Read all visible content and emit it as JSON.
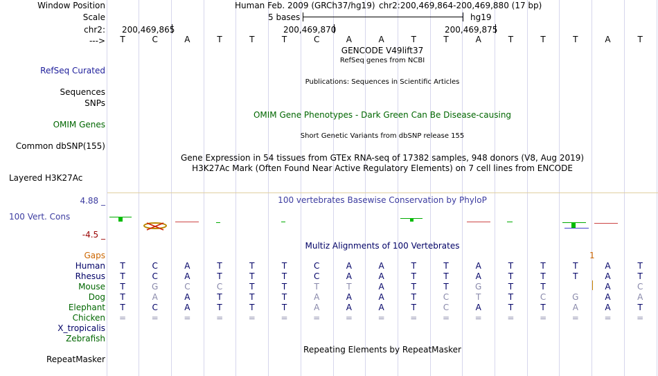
{
  "labels": {
    "window_position": "Window Position",
    "scale": "Scale",
    "chrom": "chr2:",
    "strand": "--->",
    "refseq": "RefSeq Curated",
    "sequences": "Sequences",
    "snps": "SNPs",
    "omim": "OMIM Genes",
    "common_dbsnp": "Common dbSNP(155)",
    "h3k27ac": "Layered H3K27Ac",
    "y_max": "4.88 _",
    "cons": "100 Vert. Cons",
    "y_min": "-4.5 _",
    "gaps": "Gaps",
    "repeatmasker": "RepeatMasker"
  },
  "header": {
    "assembly": "Human Feb. 2009 (GRCh37/hg19)",
    "position": "chr2:200,469,864-200,469,880 (17 bp)",
    "scale_text": "5 bases",
    "scale_db": "hg19",
    "coord1": "200,469,865",
    "coord2": "200,469,870",
    "coord3": "200,469,875"
  },
  "sequence": [
    "T",
    "C",
    "A",
    "T",
    "T",
    "T",
    "C",
    "A",
    "A",
    "T",
    "T",
    "A",
    "T",
    "T",
    "T",
    "A",
    "T"
  ],
  "tracks": {
    "gencode": "GENCODE V49lift37",
    "refseq_desc": "RefSeq genes from NCBI",
    "publications": "Publications: Sequences in Scientific Articles",
    "omim_desc": "OMIM Gene Phenotypes - Dark Green Can Be Disease-causing",
    "dbsnp_desc": "Short Genetic Variants from dbSNP release 155",
    "gtex_desc": "Gene Expression in 54 tissues from GTEx RNA-seq of 17382 samples, 948 donors (V8, Aug 2019)",
    "h3k27ac_desc": "H3K27Ac Mark (Often Found Near Active Regulatory Elements) on 7 cell lines from ENCODE",
    "phylop_desc": "100 vertebrates Basewise Conservation by PhyloP",
    "multiz_desc": "Multiz Alignments of 100 Vertebrates",
    "repeat_desc": "Repeating Elements by RepeatMasker",
    "gap_mark": "1"
  },
  "species": [
    {
      "name": "Human",
      "color": "#000066",
      "bases": [
        "T",
        "C",
        "A",
        "T",
        "T",
        "T",
        "C",
        "A",
        "A",
        "T",
        "T",
        "A",
        "T",
        "T",
        "T",
        "A",
        "T"
      ]
    },
    {
      "name": "Rhesus",
      "color": "#000066",
      "bases": [
        "T",
        "C",
        "A",
        "T",
        "T",
        "T",
        "C",
        "A",
        "A",
        "T",
        "T",
        "A",
        "T",
        "T",
        "T",
        "A",
        "T"
      ]
    },
    {
      "name": "Mouse",
      "color": "#006600",
      "bases": [
        "T",
        "G",
        "C",
        "C",
        "T",
        "T",
        "T",
        "T",
        "A",
        "T",
        "T",
        "G",
        "T",
        "T",
        "",
        "A",
        "C"
      ]
    },
    {
      "name": "Dog",
      "color": "#006600",
      "bases": [
        "T",
        "A",
        "A",
        "T",
        "T",
        "T",
        "A",
        "A",
        "A",
        "T",
        "C",
        "T",
        "T",
        "C",
        "G",
        "A",
        "A"
      ]
    },
    {
      "name": "Elephant",
      "color": "#006600",
      "bases": [
        "T",
        "C",
        "A",
        "T",
        "T",
        "T",
        "A",
        "A",
        "A",
        "T",
        "C",
        "A",
        "T",
        "T",
        "A",
        "A",
        "T"
      ]
    },
    {
      "name": "Chicken",
      "color": "#006600",
      "bases": [
        "=",
        "=",
        "=",
        "=",
        "=",
        "=",
        "=",
        "=",
        "=",
        "=",
        "=",
        "=",
        "=",
        "=",
        "=",
        "=",
        "="
      ]
    },
    {
      "name": "X_tropicalis",
      "color": "#000066",
      "bases": []
    },
    {
      "name": "Zebrafish",
      "color": "#006600",
      "bases": []
    }
  ],
  "colors": {
    "label_blue": "#000066",
    "label_navy": "#1c1c9a",
    "omim_green": "#006600",
    "phylop_blue": "#3c3ca0",
    "y_min_red": "#990000",
    "gaps_orange": "#cc6600",
    "gray_base": "#8888aa"
  }
}
